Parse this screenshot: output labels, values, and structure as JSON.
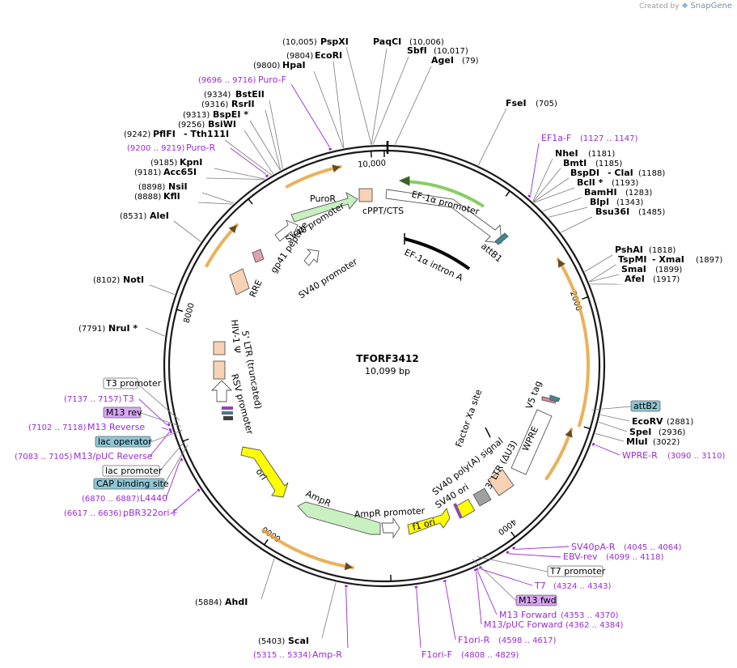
{
  "watermark": {
    "prefix": "Created by",
    "brand": "SnapGene",
    "icon": "snapgene-logo-icon"
  },
  "plasmid": {
    "name": "TFORF3412",
    "length_label": "10,099 bp",
    "length": 10099
  },
  "ticks": [
    "10,000",
    "2000",
    "4000",
    "6000",
    "8000"
  ],
  "enzymes": [
    {
      "name": "PspXI",
      "pos": "(10,005)"
    },
    {
      "name": "EcoRI",
      "pos": "(9804)"
    },
    {
      "name": "HpaI",
      "pos": "(9800)"
    },
    {
      "name": "PaqCI",
      "pos": "(10,006)"
    },
    {
      "name": "SbfI",
      "pos": "(10,017)"
    },
    {
      "name": "AgeI",
      "pos": "(79)"
    },
    {
      "name": "FseI",
      "pos": "(705)"
    },
    {
      "name": "BstEII",
      "pos": "(9334)"
    },
    {
      "name": "RsrII",
      "pos": "(9316)"
    },
    {
      "name": "BspEI *",
      "pos": "(9313)"
    },
    {
      "name": "BsiWI",
      "pos": "(9256)"
    },
    {
      "name": "PflFI",
      "pos": "(9242)"
    },
    {
      "name": "- Tth111I",
      "pos": ""
    },
    {
      "name": "KpnI",
      "pos": "(9185)"
    },
    {
      "name": "Acc65I",
      "pos": "(9181)"
    },
    {
      "name": "NsiI",
      "pos": "(8898)"
    },
    {
      "name": "KflI",
      "pos": "(8888)"
    },
    {
      "name": "AleI",
      "pos": "(8531)"
    },
    {
      "name": "NotI",
      "pos": "(8102)"
    },
    {
      "name": "NruI *",
      "pos": "(7791)"
    },
    {
      "name": "NheI",
      "pos": "(1181)"
    },
    {
      "name": "BmtI",
      "pos": "(1185)"
    },
    {
      "name": "BspDI",
      "pos": ""
    },
    {
      "name": "- ClaI",
      "pos": "(1188)"
    },
    {
      "name": "BclI *",
      "pos": "(1193)"
    },
    {
      "name": "BamHI",
      "pos": "(1283)"
    },
    {
      "name": "BlpI",
      "pos": "(1343)"
    },
    {
      "name": "Bsu36I",
      "pos": "(1485)"
    },
    {
      "name": "PshAI",
      "pos": "(1818)"
    },
    {
      "name": "TspMI",
      "pos": ""
    },
    {
      "name": "- XmaI",
      "pos": "(1897)"
    },
    {
      "name": "SmaI",
      "pos": "(1899)"
    },
    {
      "name": "AfeI",
      "pos": "(1917)"
    },
    {
      "name": "EcoRV",
      "pos": "(2881)"
    },
    {
      "name": "SpeI",
      "pos": "(2936)"
    },
    {
      "name": "MluI",
      "pos": "(3022)"
    },
    {
      "name": "AhdI",
      "pos": "(5884)"
    },
    {
      "name": "ScaI",
      "pos": "(5403)"
    }
  ],
  "primers": [
    {
      "name": "Puro-F",
      "pos": "(9696 .. 9716)"
    },
    {
      "name": "Puro-R",
      "pos": "(9200 .. 9219)"
    },
    {
      "name": "EF1a-F",
      "pos": "(1127 .. 1147)"
    },
    {
      "name": "WPRE-R",
      "pos": "(3090 .. 3110)"
    },
    {
      "name": "SV40pA-R",
      "pos": "(4045 .. 4064)"
    },
    {
      "name": "EBV-rev",
      "pos": "(4099 .. 4118)"
    },
    {
      "name": "T7",
      "pos": "(4324 .. 4343)"
    },
    {
      "name": "M13 Forward",
      "pos": "(4353 .. 4370)"
    },
    {
      "name": "M13/pUC Forward",
      "pos": "(4362 .. 4384)"
    },
    {
      "name": "F1ori-R",
      "pos": "(4598 .. 4617)"
    },
    {
      "name": "F1ori-F",
      "pos": "(4808 .. 4829)"
    },
    {
      "name": "Amp-R",
      "pos": "(5315 .. 5334)"
    },
    {
      "name": "pBR322ori-F",
      "pos": "(6617 .. 6636)"
    },
    {
      "name": "L4440",
      "pos": "(6870 .. 6887)"
    },
    {
      "name": "T3",
      "pos": "(7137 .. 7157)"
    },
    {
      "name": "M13 Reverse",
      "pos": "(7102 .. 7118)"
    },
    {
      "name": "M13/pUC Reverse",
      "pos": "(7083 .. 7105)"
    }
  ],
  "boxed_labels": [
    {
      "text": "T3 promoter",
      "fill": "#ffffff"
    },
    {
      "text": "M13 rev",
      "fill": "#d6a6f0"
    },
    {
      "text": "lac operator",
      "fill": "#8ec6d6"
    },
    {
      "text": "lac promoter",
      "fill": "#ffffff"
    },
    {
      "text": "CAP binding site",
      "fill": "#8ec6d6"
    },
    {
      "text": "attB2",
      "fill": "#8ec6d6"
    },
    {
      "text": "T7 promoter",
      "fill": "#ffffff"
    },
    {
      "text": "M13 fwd",
      "fill": "#d6a6f0"
    }
  ],
  "features": [
    "PuroR",
    "cPPT/CTS",
    "EF-1α promoter",
    "attB1",
    "EF-1α intron A",
    "SV40 promoter",
    "gp41 peptide",
    "SV40 promoter",
    "RRE",
    "5' LTR (truncated)",
    "HIV-1 Ψ",
    "RSV promoter",
    "V5 tag",
    "Factor Xa site",
    "WPRE",
    "3' LTR (ΔU3)",
    "SV40 poly(A) signal",
    "SV40 ori",
    "f1 ori",
    "AmpR promoter",
    "AmpR",
    "ori"
  ],
  "colors": {
    "orf_arrow": "#e8a33c",
    "puro": "#c8f0c0",
    "ampr": "#c8f0c0",
    "ori": "#ffff00",
    "rre": "#f8d2b4",
    "ef1a": "#6cc040",
    "primer": "#9a2bd4",
    "backbone": "#1a1a1a"
  }
}
